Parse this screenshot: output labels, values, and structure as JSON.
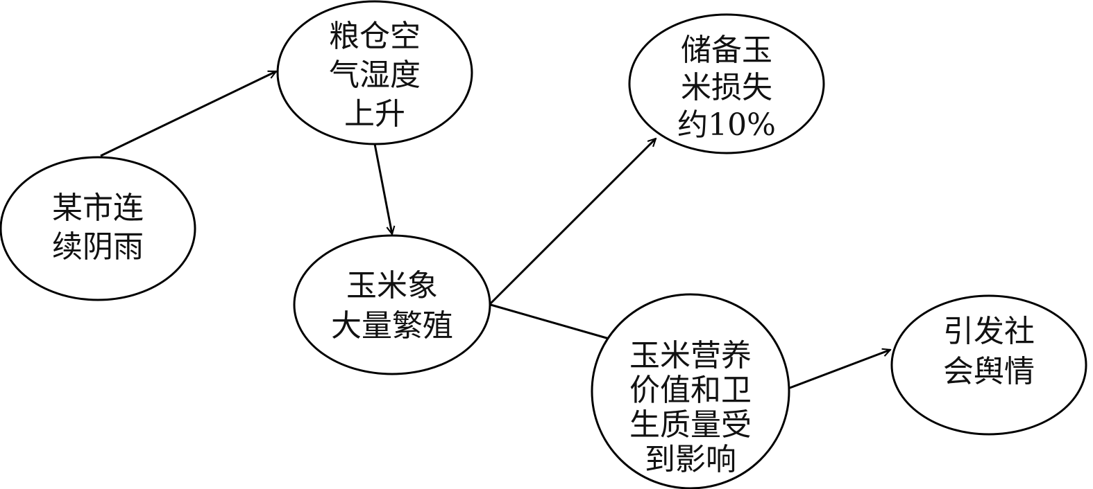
{
  "nodes": [
    {
      "id": "continuous-rain",
      "lines": [
        "某市连",
        "续阴雨"
      ]
    },
    {
      "id": "granary-humidity",
      "lines": [
        "粮仓空",
        "气湿度",
        "上升"
      ]
    },
    {
      "id": "weevil-breeding",
      "lines": [
        "玉米象",
        "大量繁殖"
      ]
    },
    {
      "id": "corn-loss",
      "lines": [
        "储备玉",
        "米损失",
        "约10%"
      ]
    },
    {
      "id": "quality-affected",
      "lines": [
        "玉米营养",
        "价值和卫",
        "生质量受",
        "到影响"
      ]
    },
    {
      "id": "public-opinion",
      "lines": [
        "引发社",
        "会舆情"
      ]
    }
  ],
  "edges": [
    {
      "from": "continuous-rain",
      "to": "granary-humidity"
    },
    {
      "from": "granary-humidity",
      "to": "weevil-breeding"
    },
    {
      "from": "weevil-breeding",
      "to": "corn-loss"
    },
    {
      "from": "weevil-breeding",
      "to": "quality-affected"
    },
    {
      "from": "quality-affected",
      "to": "public-opinion"
    }
  ]
}
